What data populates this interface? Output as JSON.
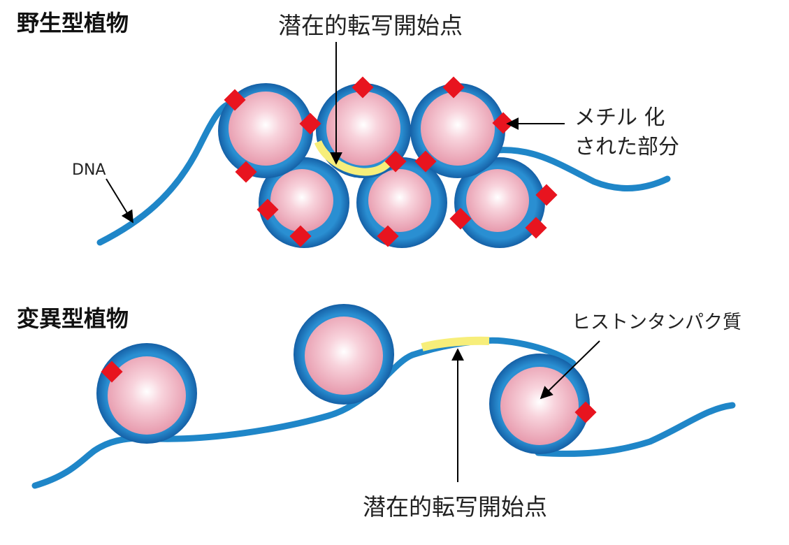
{
  "panels": {
    "wild": {
      "title": "野生型植物"
    },
    "mutant": {
      "title": "変異型植物"
    }
  },
  "labels": {
    "tss_top": "潜在的転写開始点",
    "tss_bottom": "潜在的転写開始点",
    "dna": "DNA",
    "methyl_line1": "メチル 化",
    "methyl_line2": "された部分",
    "histone": "ヒストンタンパク質"
  },
  "colors": {
    "dna_strand": "#1f86c8",
    "dna_dark": "#1560a6",
    "histone_core": "#f2b8c6",
    "methyl_mark": "#e8141f",
    "tss_highlight": "#f7ee7a",
    "arrow": "#000000"
  },
  "icons": {
    "methylation_mark": "red-diamond",
    "histone": "pink-sphere"
  }
}
